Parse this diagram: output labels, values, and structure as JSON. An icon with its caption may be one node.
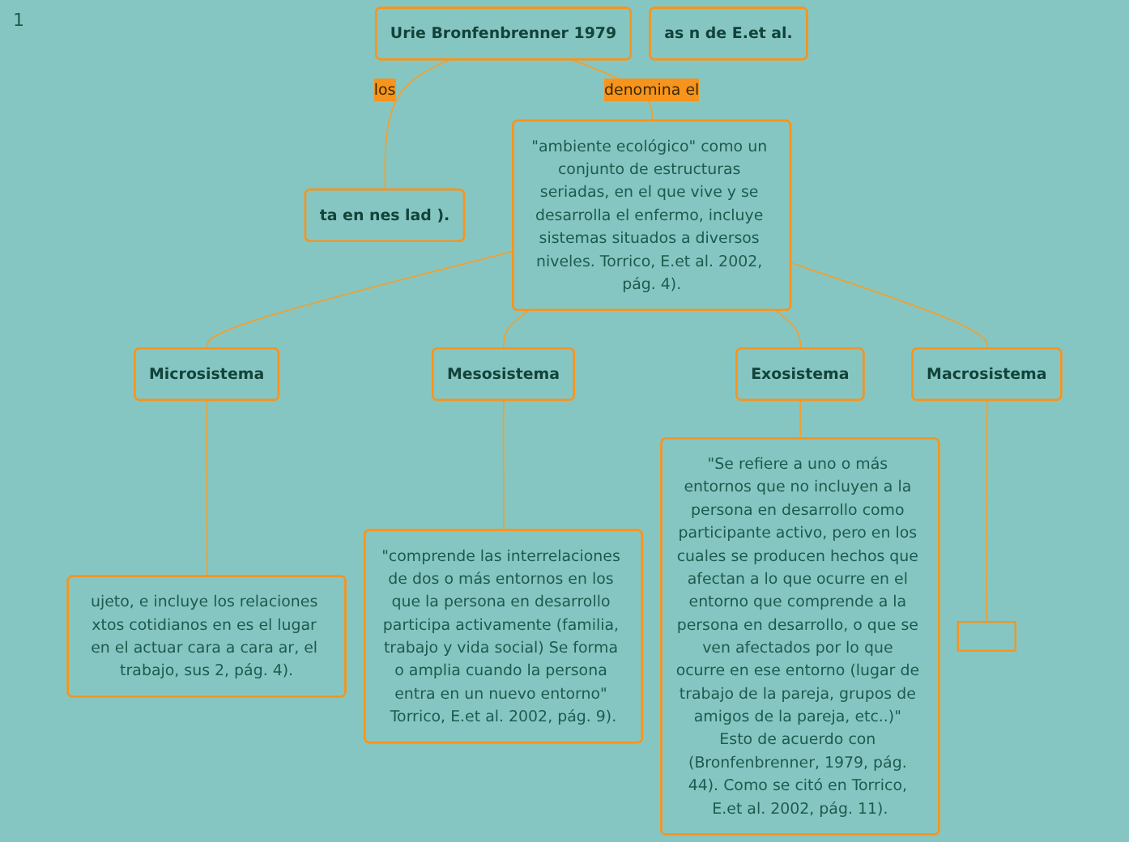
{
  "diagram": {
    "nodes": [
      {
        "text": [
          "Urie Bronfenbrenner 1979"
        ]
      },
      {
        "text": [
          "ta en nes lad )."
        ]
      },
      {
        "text": [
          "\"ambiente ecológico\" como un conjunto de estructuras seriadas, en el que vive y se desarrolla el enfermo, incluye sistemas situados a diversos niveles. Torrico, E.et al. 2002, pág. 4)."
        ]
      },
      {
        "text": [
          "as n de E.et al."
        ]
      },
      {
        "text": [
          "Microsistema"
        ]
      },
      {
        "text": [
          "Mesosistema"
        ]
      },
      {
        "text": [
          "Exosistema"
        ]
      },
      {
        "text": [
          "Macrosistema"
        ]
      },
      {
        "text": [
          "ujeto, e incluye los relaciones xtos cotidianos en es el lugar en el actuar cara a cara ar, el trabajo, sus 2, pág. 4)."
        ]
      },
      {
        "text": [
          "\"comprende las interrelaciones de dos o más entornos en los que la persona en desarrollo participa activamente (familia, trabajo y vida social) Se forma o amplia cuando la persona entra en un nuevo entorno\" Torrico, E.et al. 2002, pág. 9)."
        ]
      },
      {
        "text": [
          "\"Se refiere a uno o más entornos que no incluyen a la persona en desarrollo como participante activo, pero en los cuales se producen hechos que afectan a lo que ocurre en el entorno que comprende a la persona en desarrollo, o que se ven afectados por lo que ocurre en ese entorno (lugar de trabajo de la pareja, grupos de amigos de la pareja, etc..)\" Esto de acuerdo con (Bronfenbrenner, 1979, pág. 44). Como se citó en Torrico, E.et al. 2002, pág. 11)."
        ]
      },
      {
        "text": [],
        "shape": "box"
      }
    ],
    "edges": [
      {
        "from": 0,
        "to": 1,
        "arrow": "none",
        "label": "los"
      },
      {
        "from": 0,
        "to": 2,
        "arrow": "none",
        "label": "denomina el"
      },
      {
        "from": 2,
        "to": 4,
        "arrow": "none"
      },
      {
        "from": 2,
        "to": 5,
        "arrow": "none"
      },
      {
        "from": 2,
        "to": 6,
        "arrow": "none"
      },
      {
        "from": 2,
        "to": 7,
        "arrow": "none"
      },
      {
        "from": 4,
        "to": 8,
        "arrow": "none"
      },
      {
        "from": 5,
        "to": 9,
        "arrow": "none"
      },
      {
        "from": 6,
        "to": 10,
        "arrow": "none"
      },
      {
        "from": 7,
        "to": 11,
        "arrow": "none"
      }
    ],
    "labels": [
      "1"
    ]
  }
}
